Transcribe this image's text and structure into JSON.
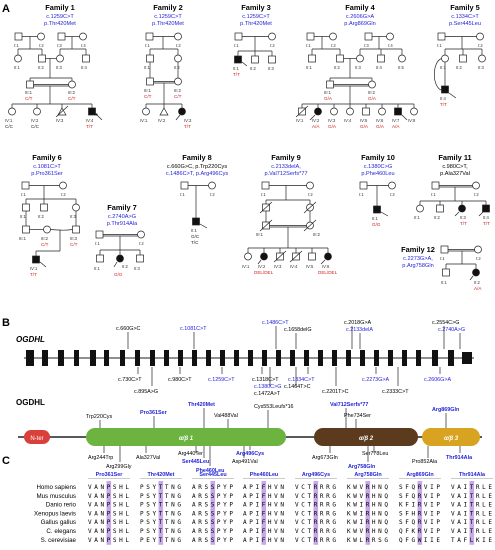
{
  "panels": {
    "a": "A",
    "b": "B",
    "c": "C"
  },
  "families": [
    {
      "title": "Family 1",
      "mut1": "c.1259C>T",
      "mut2": "p.Thr420Met"
    },
    {
      "title": "Family 2",
      "mut1": "c.1259C>T",
      "mut2": "p.Thr420Met"
    },
    {
      "title": "Family 3",
      "mut1": "c.1259C>T",
      "mut2": "p.Thr420Met"
    },
    {
      "title": "Family 4",
      "mut1": "c.2606G>A",
      "mut2": "p.Arg869Gln"
    },
    {
      "title": "Family 5",
      "mut1": "c.1334C>T",
      "mut2": "p.Ser445Leu"
    },
    {
      "title": "Family 6",
      "mut1": "c.1081C>T",
      "mut2": "p.Pro361Ser"
    },
    {
      "title": "Family 7",
      "mut1": "c.2740A>G",
      "mut2": "p.Thr914Ala"
    },
    {
      "title": "Family 8",
      "mut1": "c.660G>C, p.Trp220Cys",
      "mut2": "c.1486C>T, p.Arg496Cys"
    },
    {
      "title": "Family 9",
      "mut1": "c.2133delA,",
      "mut2": "p.Val712Serfs*77"
    },
    {
      "title": "Family 10",
      "mut1": "c.1380C>G",
      "mut2": "p.Phe460Leu"
    },
    {
      "title": "Family 11",
      "mut1": "c.980C>T,",
      "mut2": "p.Ala327Val"
    },
    {
      "title": "Family 12",
      "mut1": "c.2273G>A,",
      "mut2": "p.Arg758Gln"
    }
  ],
  "ids": {
    "f1": [
      "I:1",
      "I:2",
      "I:3",
      "I:4",
      "II:1",
      "II:2",
      "II:3",
      "II:4",
      "III:1",
      "III:2",
      "IV:1",
      "IV:2",
      "IV:3",
      "IV:4"
    ],
    "f2": [
      "I:1",
      "I:2",
      "II:1",
      "II:2",
      "III:1",
      "III:2",
      "IV:1",
      "IV:2",
      "IV:3"
    ],
    "f3": [
      "I:1",
      "I:2",
      "II:1",
      "II:2",
      "II:3"
    ],
    "f4": [
      "I:1",
      "I:2",
      "I:3",
      "I:4",
      "II:1",
      "II:2",
      "II:3",
      "II:4",
      "II:5",
      "III:1",
      "III:2",
      "IV:1",
      "IV:2",
      "IV:3",
      "IV:4",
      "IV:5",
      "IV:6",
      "IV:7",
      "IV:8"
    ],
    "f5": [
      "I:1",
      "I:2",
      "II:1",
      "II:2",
      "II:3",
      "II:4"
    ],
    "f6": [
      "I:1",
      "I:2",
      "II:1",
      "II:2",
      "II:3",
      "III:1",
      "III:2",
      "III:3",
      "IV:1"
    ],
    "f7": [
      "I:1",
      "I:2",
      "II:1",
      "II:2",
      "II:3"
    ],
    "f8": [
      "I:1",
      "I:2",
      "II:1"
    ],
    "f9": [
      "I:1",
      "I:2",
      "III:1",
      "III:2",
      "IV:1",
      "IV:2",
      "IV:3",
      "IV:4",
      "IV:5",
      "IV:6"
    ],
    "f10": [
      "I:1",
      "I:2",
      "II:1"
    ],
    "f11": [
      "I:1",
      "I:2",
      "II:1",
      "II:2",
      "II:3",
      "II:4"
    ],
    "f12": [
      "I:1",
      "I:2",
      "II:1",
      "II:2"
    ]
  },
  "genotypes": {
    "f1": [
      "C/T",
      "C/T",
      "C/C",
      "C/C",
      "C/T",
      "T/T"
    ],
    "f2": [
      "C/T",
      "C/T",
      "T/T"
    ],
    "f3": [
      "T/T"
    ],
    "f4": [
      "G/A",
      "G/A",
      "G/A",
      "A/A",
      "G/A",
      "G/A",
      "A/A"
    ],
    "f5": [
      "T/T"
    ],
    "f6": [
      "C/T",
      "C/T",
      "T/T"
    ],
    "f7": [
      "G/G"
    ],
    "f8": [
      "G/C",
      "T/C"
    ],
    "f9": [
      "DEL/DEL",
      "DEL/DEL"
    ],
    "f10": [
      "G/G"
    ],
    "f11": [
      "T/T",
      "T/T"
    ],
    "f12": [
      "A/A"
    ]
  },
  "gene": {
    "name": "OGDHL",
    "variants_top": [
      "c.660G>C",
      "c.1081C>T",
      "c.1486C>T",
      "c.1658delG",
      "c.2018G>A",
      "c.2133delA",
      "c.2554C>G",
      "c.2740A>G"
    ],
    "variants_bottom": [
      "c.730C>T",
      "c.895A>G",
      "c.980C>T",
      "c.1259C>T",
      "c.1318C>T",
      "c.1380C>G",
      "c.1464T>C",
      "c.1472A>T",
      "c.1334C>T",
      "c.2201T>C",
      "c.2273G>A",
      "c.2333C>T",
      "c.2606G>A"
    ]
  },
  "protein": {
    "name": "OGDHL",
    "nterm": "N-ter",
    "domains": [
      "α/β 1",
      "α/β 2",
      "α/β 3"
    ],
    "labels_top": [
      "Trp220Cys",
      "Pro361Ser",
      "Thr420Met",
      "Val488Val",
      "Cys553Leufs*16",
      "Val712Serfs*77",
      "Phe734Ser",
      "Arg869Gln"
    ],
    "labels_bottom": [
      "Arg244Trp",
      "Arg299Gly",
      "Ala327Val",
      "Arg440Ter",
      "Ser445Leu",
      "Phe460Leu",
      "Asp491Val",
      "Arg496Cys",
      "Arg673Gln",
      "Ser778Leu",
      "Arg758Gln",
      "Pro852Ala",
      "Thr914Ala"
    ]
  },
  "alignment": {
    "headers": [
      "Pro361Ser",
      "Thr420Met",
      "Ser445Leu",
      "Phe460Leu",
      "Arg496Cys",
      "Arg758Gln",
      "Arg869Gln",
      "Thr914Ala"
    ],
    "species": [
      "Homo sapiens",
      "Mus musculus",
      "Danio rerio",
      "Xenopus laevis",
      "Gallus gallus",
      "C. elegans",
      "S. cerevisiae"
    ],
    "rows": [
      [
        "VANPSHL",
        "PSYTTNG",
        "ARSSPYP",
        "APIFHVN",
        "VCTRRRG",
        "KWVRHNQ",
        "SFQRVIP",
        "VAITRLE"
      ],
      [
        "VANPSHL",
        "PSYTTNG",
        "ARSSPYP",
        "APIFHVN",
        "VCTRRRG",
        "KWVRHNQ",
        "SFQRVIP",
        "VAITRLE"
      ],
      [
        "VANPSHL",
        "PSYTTNG",
        "ARSSPYP",
        "APIFHVN",
        "VCTRRRG",
        "KWIRHNQ",
        "KFIRVIP",
        "VAITRLE"
      ],
      [
        "VANPSHL",
        "PSYTTNG",
        "ARSSPYP",
        "APIFHVN",
        "VCTRRRG",
        "KWIRHNQ",
        "SFHRVIP",
        "VAITRLE"
      ],
      [
        "VANPSHL",
        "PSYTTNG",
        "ARSSPYP",
        "APIFHVN",
        "VCTRRRG",
        "KWIRHNQ",
        "SFQRVIP",
        "VAITRLE"
      ],
      [
        "VANPSHL",
        "PSYTTNG",
        "ARSSPYP",
        "APIFHVN",
        "VCTRRRG",
        "KWVRHNQ",
        "QFKRVIP",
        "VAITRLE"
      ],
      [
        "VANPSHL",
        "PEYTTNG",
        "ARSSPYP",
        "APIFHVN",
        "VCTRRRG",
        "KWLRRSG",
        "QFGWIIE",
        "TAFLKIE"
      ]
    ]
  },
  "colors": {
    "blue": "#2323d8",
    "red": "#cc1f1f",
    "green": "#6cb33f",
    "brown": "#5b3a1e",
    "gold": "#d9a322",
    "nterm": "#d9403a",
    "highlight": "#b48be0"
  }
}
